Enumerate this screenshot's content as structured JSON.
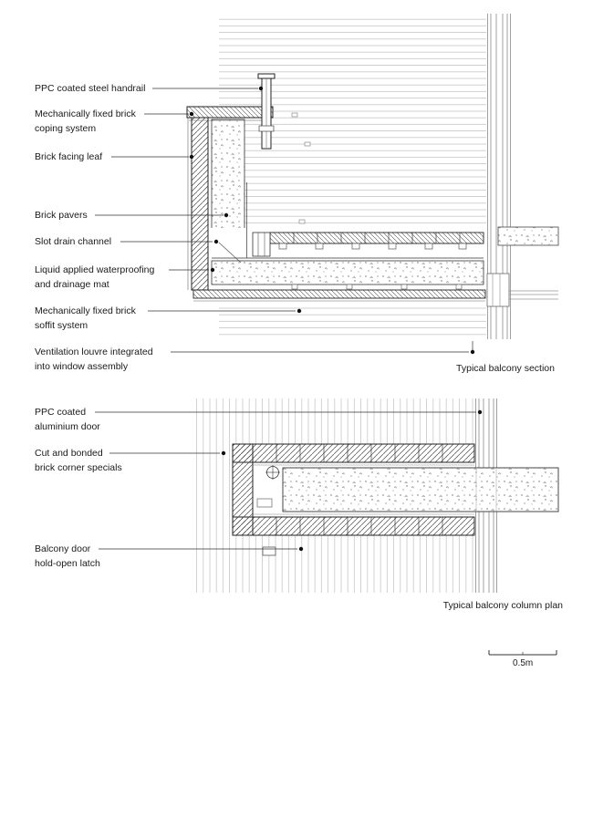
{
  "section": {
    "caption": "Typical balcony section",
    "labels": {
      "handrail": "PPC coated steel handrail",
      "coping": "Mechanically fixed brick\ncoping system",
      "facing_leaf": "Brick facing leaf",
      "pavers": "Brick pavers",
      "slot_drain": "Slot drain channel",
      "waterproofing": "Liquid applied waterproofing\nand drainage mat",
      "soffit": "Mechanically fixed brick\nsoffit system",
      "louvre": "Ventilation louvre integrated\ninto window assembly"
    }
  },
  "plan": {
    "caption": "Typical balcony column plan",
    "labels": {
      "door": "PPC coated\naluminium door",
      "corner_specials": "Cut and bonded\nbrick corner specials",
      "latch": "Balcony door\nhold-open latch"
    }
  },
  "scale": {
    "label": "0.5m"
  },
  "colors": {
    "ink": "#1a1a1a",
    "light_line": "#bbbbbb",
    "background": "#ffffff"
  }
}
